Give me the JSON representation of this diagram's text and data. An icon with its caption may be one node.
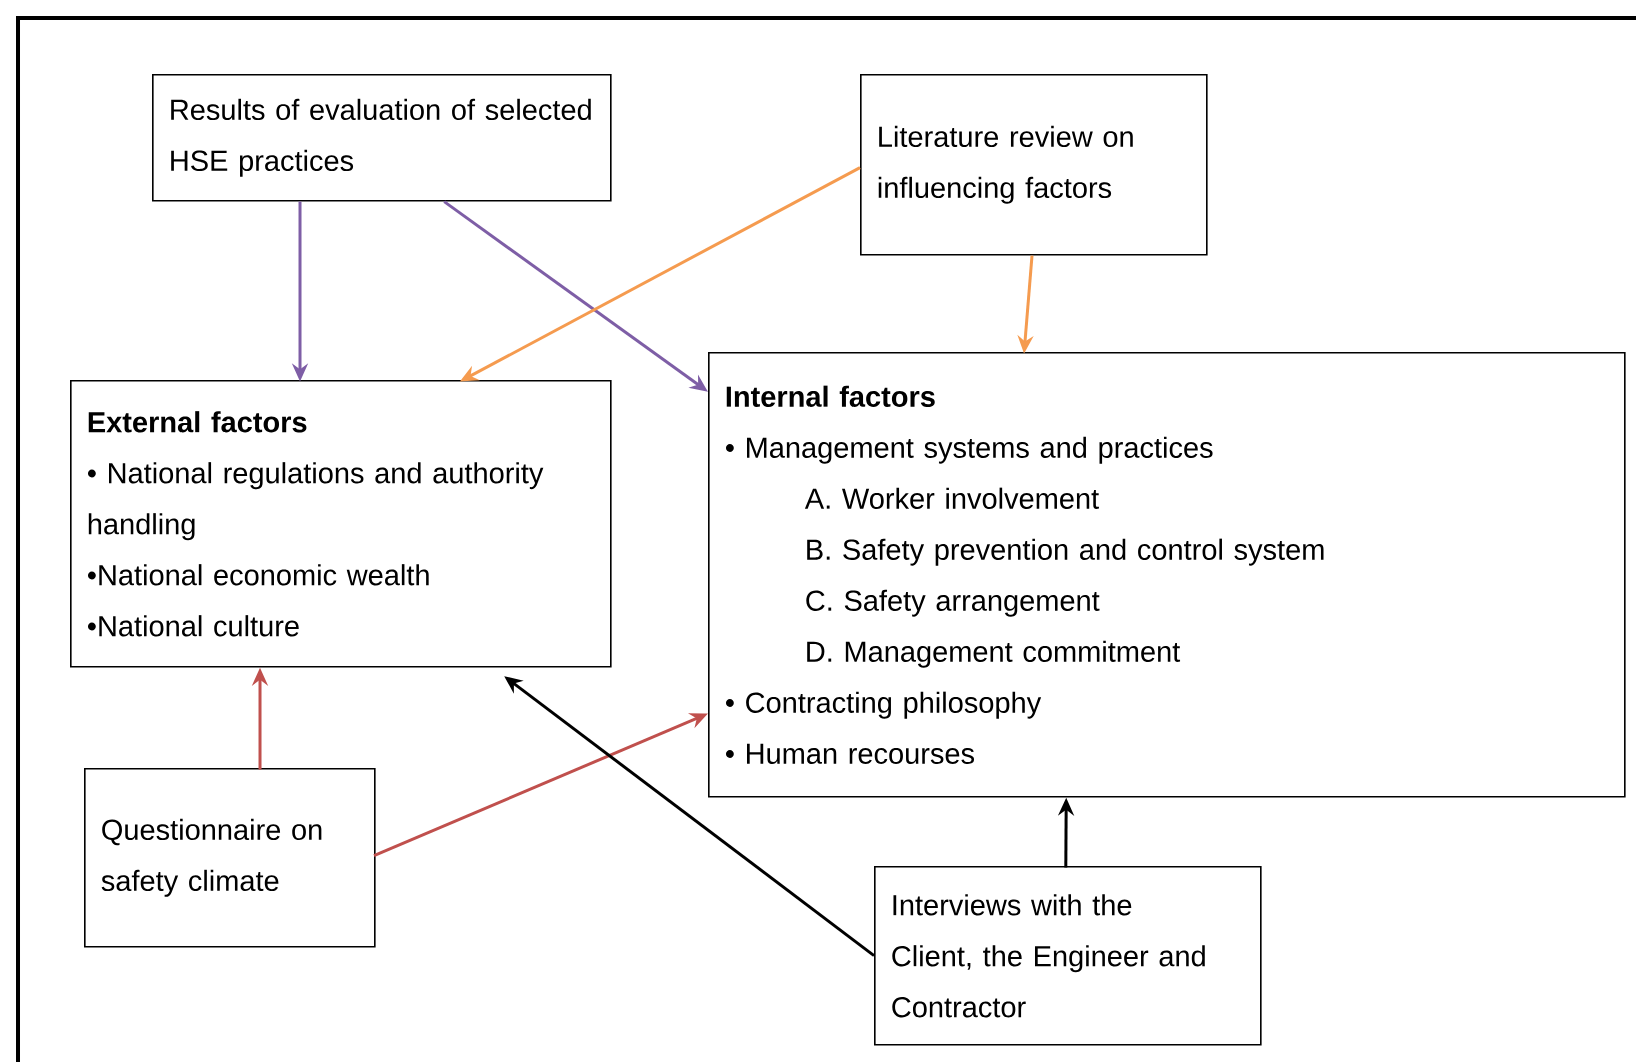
{
  "diagram": {
    "nodes": [
      {
        "text": [
          "Results of evaluation of selected HSE practices"
        ]
      },
      {
        "text": [
          "Literature review on influencing factors"
        ]
      },
      {
        "text": [
          "External factors",
          "• National regulations and authority handling",
          "•National economic wealth",
          "•National culture"
        ]
      },
      {
        "text": [
          "Internal factors",
          "• Management systems and practices",
          "A. Worker involvement",
          "B. Safety prevention and control system",
          "C. Safety arrangement",
          "D. Management commitment",
          "• Contracting philosophy",
          "• Human recourses"
        ]
      },
      {
        "text": [
          "Questionnaire on safety climate"
        ]
      },
      {
        "text": [
          "Interviews with the Client, the Engineer and Contractor"
        ]
      }
    ],
    "edges": [
      {
        "from": 0,
        "to": 2,
        "arrow": "to",
        "color": "#7e5ea6"
      },
      {
        "from": 0,
        "to": 3,
        "arrow": "to",
        "color": "#7e5ea6"
      },
      {
        "from": 1,
        "to": 2,
        "arrow": "to",
        "color": "#f59b4f"
      },
      {
        "from": 1,
        "to": 3,
        "arrow": "to",
        "color": "#f59b4f"
      },
      {
        "from": 4,
        "to": 2,
        "arrow": "to",
        "color": "#c0504d"
      },
      {
        "from": 4,
        "to": 3,
        "arrow": "to",
        "color": "#c0504d"
      },
      {
        "from": 5,
        "to": 2,
        "arrow": "to",
        "color": "#000000"
      },
      {
        "from": 5,
        "to": 3,
        "arrow": "to",
        "color": "#000000"
      }
    ]
  }
}
